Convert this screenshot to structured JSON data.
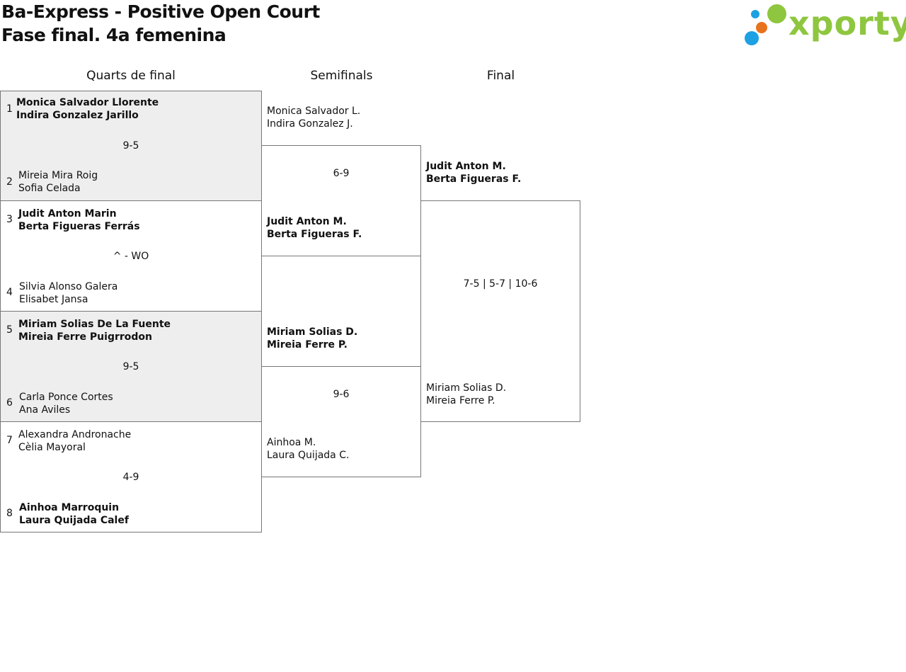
{
  "header": {
    "title_line1": "Ba-Express - Positive Open Court",
    "title_line2": "Fase final. 4a femenina"
  },
  "logo": {
    "text": "xporty",
    "colors": {
      "green": "#8ec63f",
      "orange": "#e8731e",
      "blue": "#1da1e2"
    }
  },
  "columns": {
    "quarters": "Quarts de final",
    "semis": "Semifinals",
    "final": "Final"
  },
  "quarterfinals": [
    {
      "score": "9-5",
      "top": {
        "seed": "1",
        "player1": "Monica Salvador Llorente",
        "player2": "Indira Gonzalez Jarillo"
      },
      "bottom": {
        "seed": "2",
        "player1": "Mireia Mira Roig",
        "player2": "Sofia Celada"
      }
    },
    {
      "score": "^ - WO",
      "top": {
        "seed": "3",
        "player1": "Judit Anton Marin",
        "player2": "Berta Figueras Ferrás"
      },
      "bottom": {
        "seed": "4",
        "player1": "Silvia Alonso Galera",
        "player2": "Elisabet Jansa"
      }
    },
    {
      "score": "9-5",
      "top": {
        "seed": "5",
        "player1": "Miriam Solias De La Fuente",
        "player2": "Mireia Ferre Puigrrodon"
      },
      "bottom": {
        "seed": "6",
        "player1": "Carla Ponce Cortes",
        "player2": "Ana Aviles"
      }
    },
    {
      "score": "4-9",
      "top": {
        "seed": "7",
        "player1": "Alexandra Andronache",
        "player2": "Cèlia Mayoral"
      },
      "bottom": {
        "seed": "8",
        "player1": "Ainhoa Marroquin",
        "player2": "Laura Quijada Calef"
      }
    }
  ],
  "semifinals": [
    {
      "score": "6-9",
      "top": {
        "player1": "Monica Salvador L.",
        "player2": "Indira Gonzalez J."
      },
      "bottom": {
        "player1": "Judit Anton M.",
        "player2": "Berta Figueras F."
      }
    },
    {
      "score": "9-6",
      "top": {
        "player1": "Miriam Solias D.",
        "player2": "Mireia Ferre P."
      },
      "bottom": {
        "player1": "Ainhoa M.",
        "player2": "Laura Quijada C."
      }
    }
  ],
  "final": {
    "score": "7-5 | 5-7 | 10-6",
    "top": {
      "player1": "Judit Anton M.",
      "player2": "Berta Figueras F."
    },
    "bottom": {
      "player1": "Miriam Solias D.",
      "player2": "Mireia Ferre P."
    }
  }
}
